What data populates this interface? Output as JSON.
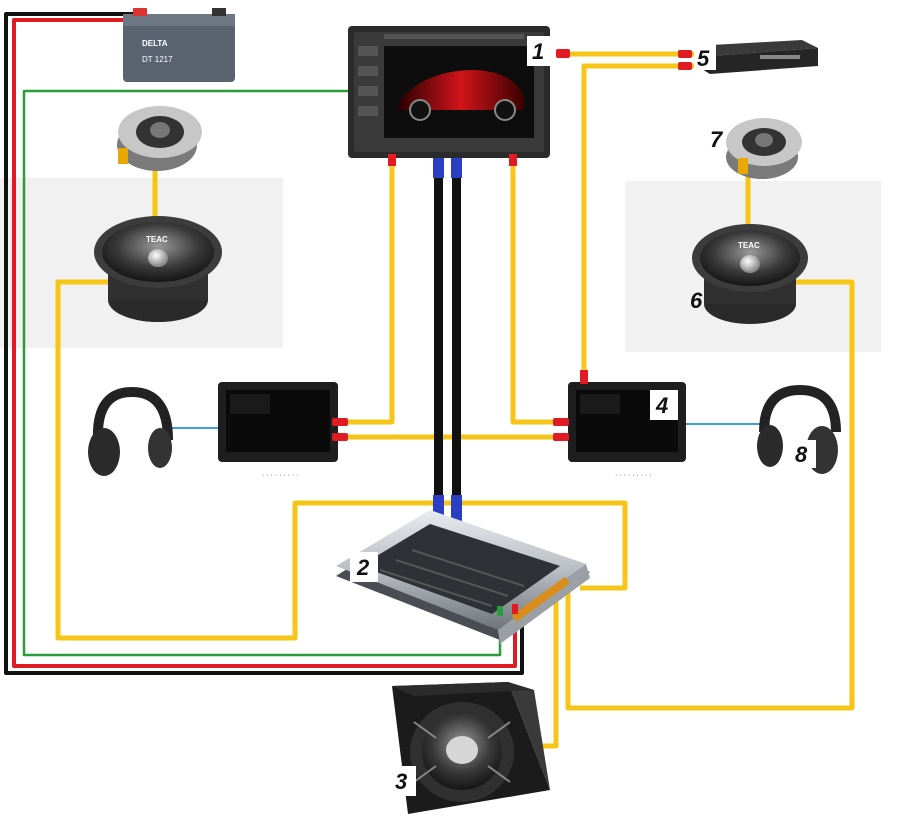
{
  "diagram": {
    "components": [
      {
        "id": "1",
        "number": "1",
        "icon": "head-unit-icon"
      },
      {
        "id": "2",
        "number": "2",
        "icon": "amplifier-icon"
      },
      {
        "id": "3",
        "number": "3",
        "icon": "subwoofer-box-icon"
      },
      {
        "id": "4",
        "number": "4",
        "icon": "monitor-icon"
      },
      {
        "id": "5",
        "number": "5",
        "icon": "tv-tuner-icon"
      },
      {
        "id": "6",
        "number": "6",
        "icon": "midrange-speaker-icon"
      },
      {
        "id": "7",
        "number": "7",
        "icon": "tweeter-icon"
      },
      {
        "id": "8",
        "number": "8",
        "icon": "headphones-icon"
      }
    ],
    "unlabeled_components": [
      "battery-icon",
      "left-tweeter-icon",
      "left-speaker-icon",
      "left-monitor-icon",
      "left-headphones-icon"
    ],
    "product_text": {
      "battery_brand": "DELTA",
      "battery_model": "DT 1217",
      "speaker_brand": "TEAC"
    },
    "wire_colors": {
      "power": "#e01b24",
      "ground": "#111111",
      "remote": "#2a9d3a",
      "signal": "#f5c518",
      "rca_cable": "#2b3fc2",
      "headphone": "#3aa0d8",
      "connector": "#e01b24"
    }
  }
}
